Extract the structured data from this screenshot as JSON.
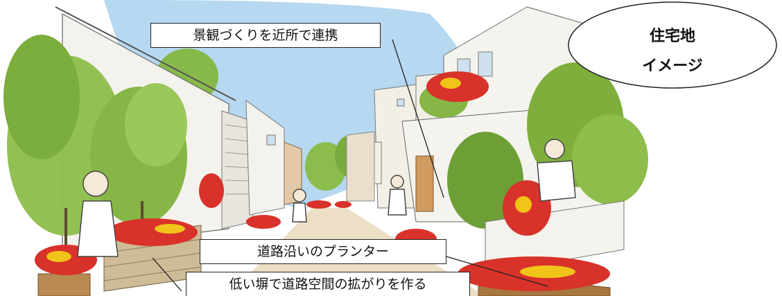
{
  "callouts": {
    "landscape_cooperation": "景観づくりを近所で連携",
    "roadside_planters": "道路沿いのプランター",
    "low_fence": "低い塀で道路空間の拡がりを作る"
  },
  "bubble": {
    "line1": "住宅地",
    "line2": "イメージ"
  },
  "colors": {
    "sky": "#9cc9ea",
    "foliage": "#7fae3a",
    "foliage_dark": "#4e7f2a",
    "wall": "#f3f1ea",
    "road": "#e8dcc4",
    "flower_red": "#d8322a",
    "flower_yellow": "#f0c419",
    "brick": "#c8b48f",
    "wood": "#a8773f"
  }
}
